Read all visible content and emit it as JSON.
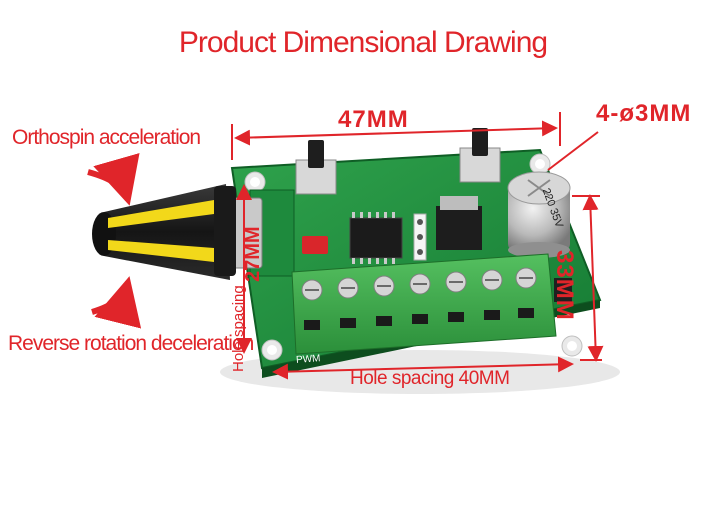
{
  "title": "Product Dimensional Drawing",
  "dimensions": {
    "width": "47MM",
    "height": "33MM",
    "holes": "4-ø3MM",
    "hole_spacing_horizontal": "Hole spacing 40MM",
    "hole_spacing_vertical_label": "Hole spacing",
    "hole_spacing_vertical_value": "27MM"
  },
  "annotations": {
    "forward": "Orthospin acceleration",
    "reverse": "Reverse rotation deceleration"
  },
  "capacitor_label": "220 35V",
  "board_marks": {
    "pwm": "PWM"
  },
  "colors": {
    "annotation": "#e0252a",
    "pcb": "#1f8f3e",
    "terminal": "#3fae49",
    "knob_body": "#1c1c1c",
    "knob_stripe": "#f2d81a"
  }
}
